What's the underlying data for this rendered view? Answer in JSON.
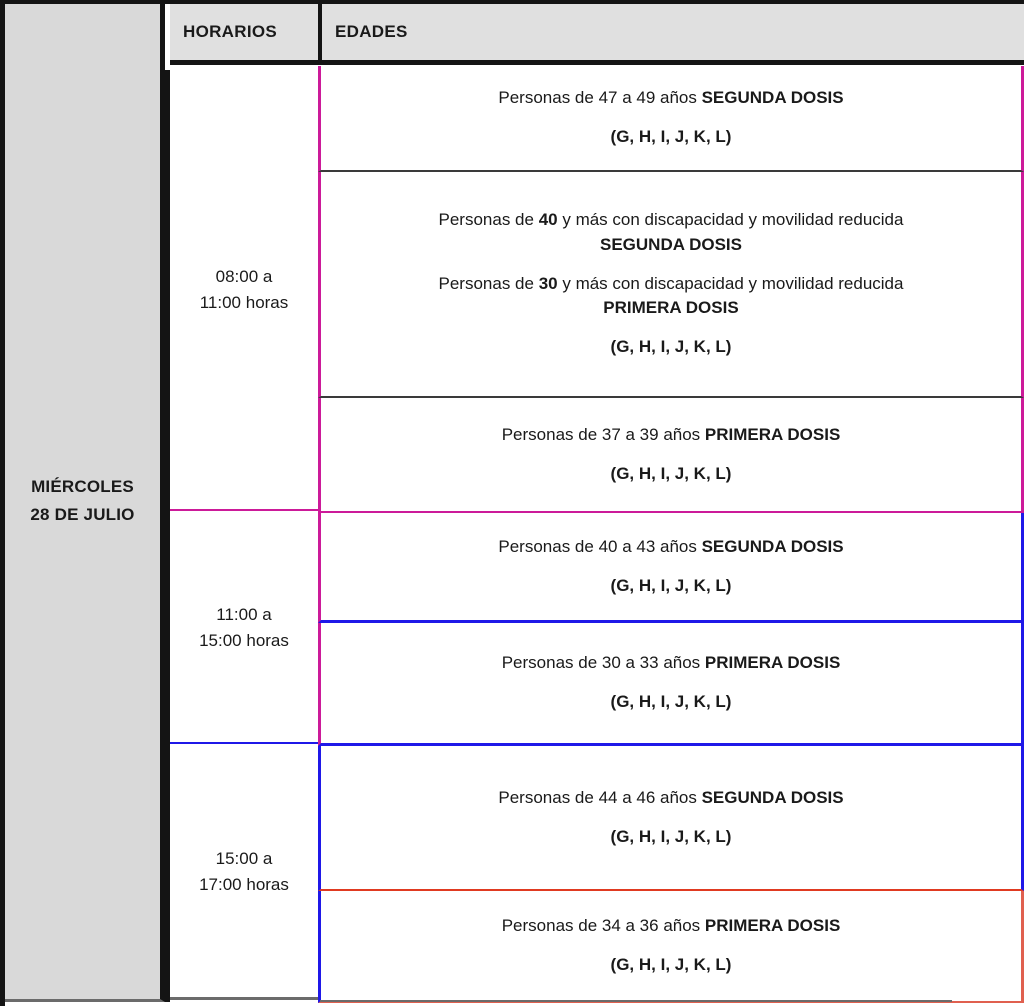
{
  "table": {
    "headers": {
      "day_column": "",
      "horarios": "HORARIOS",
      "edades": "EDADES"
    },
    "day": {
      "line1": "MIÉRCOLES",
      "line2": "28 DE JULIO"
    },
    "colors": {
      "magenta": "#CC1A99",
      "blue": "#1F18E8",
      "red": "#E03A21",
      "salmon": "#E0604F",
      "header_bg": "#e0e0e0",
      "day_bg": "#d9d9d9",
      "frame": "#141414"
    },
    "rows": [
      {
        "time_line1": "08:00 a",
        "time_line2": "11:00 horas",
        "blocks": [
          {
            "lines": [
              {
                "text": "Personas de 47 a 49 años ",
                "bold_tail": "SEGUNDA DOSIS"
              }
            ],
            "group": "(G, H, I, J, K, L)"
          },
          {
            "lines": [
              {
                "prefix": "Personas de ",
                "bold_mid": "40",
                "suffix": " y más con discapacidad y movilidad reducida"
              },
              {
                "bold_only": "SEGUNDA DOSIS"
              },
              {
                "spacer": true
              },
              {
                "prefix": "Personas de ",
                "bold_mid": "30",
                "suffix": " y más con discapacidad y movilidad reducida"
              },
              {
                "bold_only": "PRIMERA DOSIS"
              }
            ],
            "group": "(G, H, I, J, K, L)"
          },
          {
            "lines": [
              {
                "text": "Personas de 37 a 39 años ",
                "bold_tail": "PRIMERA DOSIS"
              }
            ],
            "group": "(G, H, I, J, K, L)"
          }
        ]
      },
      {
        "time_line1": "11:00 a",
        "time_line2": "15:00 horas",
        "blocks": [
          {
            "lines": [
              {
                "text": "Personas de 40 a 43 años ",
                "bold_tail": "SEGUNDA DOSIS"
              }
            ],
            "group": "(G, H, I, J, K, L)"
          },
          {
            "lines": [
              {
                "text": "Personas de 30 a 33 años ",
                "bold_tail": "PRIMERA DOSIS"
              }
            ],
            "group": "(G, H, I, J, K, L)"
          }
        ]
      },
      {
        "time_line1": "15:00 a",
        "time_line2": "17:00 horas",
        "blocks": [
          {
            "lines": [
              {
                "text": "Personas de 44 a 46 años ",
                "bold_tail": "SEGUNDA DOSIS"
              }
            ],
            "group": "(G, H, I, J, K, L)"
          },
          {
            "lines": [
              {
                "text": "Personas de 34 a 36 años ",
                "bold_tail": "PRIMERA DOSIS"
              }
            ],
            "group": "(G, H, I, J, K, L)"
          }
        ]
      }
    ],
    "flat": {
      "r1b1_l1_plain": "Personas de 47 a 49 años ",
      "r1b1_l1_bold": "SEGUNDA DOSIS",
      "r1b1_group": "(G, H, I, J, K, L)",
      "r1b2_l1_pre": "Personas de ",
      "r1b2_l1_bold": "40",
      "r1b2_l1_post": " y más con discapacidad y movilidad reducida",
      "r1b2_l2_bold": "SEGUNDA DOSIS",
      "r1b2_l3_pre": "Personas de ",
      "r1b2_l3_bold": "30",
      "r1b2_l3_post": " y más con discapacidad y movilidad reducida",
      "r1b2_l4_bold": "PRIMERA DOSIS",
      "r1b2_group": "(G, H, I, J, K, L)",
      "r1b3_l1_plain": "Personas de 37 a 39 años ",
      "r1b3_l1_bold": "PRIMERA DOSIS",
      "r1b3_group": "(G, H, I, J, K, L)",
      "r2b1_l1_plain": "Personas de 40 a 43 años ",
      "r2b1_l1_bold": "SEGUNDA DOSIS",
      "r2b1_group": "(G, H, I, J, K, L)",
      "r2b2_l1_plain": "Personas de 30 a 33 años ",
      "r2b2_l1_bold": "PRIMERA DOSIS",
      "r2b2_group": "(G, H, I, J, K, L)",
      "r3b1_l1_plain": "Personas de 44 a 46 años ",
      "r3b1_l1_bold": "SEGUNDA DOSIS",
      "r3b1_group": "(G, H, I, J, K, L)",
      "r3b2_l1_plain": "Personas de 34 a 36 años ",
      "r3b2_l1_bold": "PRIMERA DOSIS",
      "r3b2_group": "(G, H, I, J, K, L)"
    }
  }
}
